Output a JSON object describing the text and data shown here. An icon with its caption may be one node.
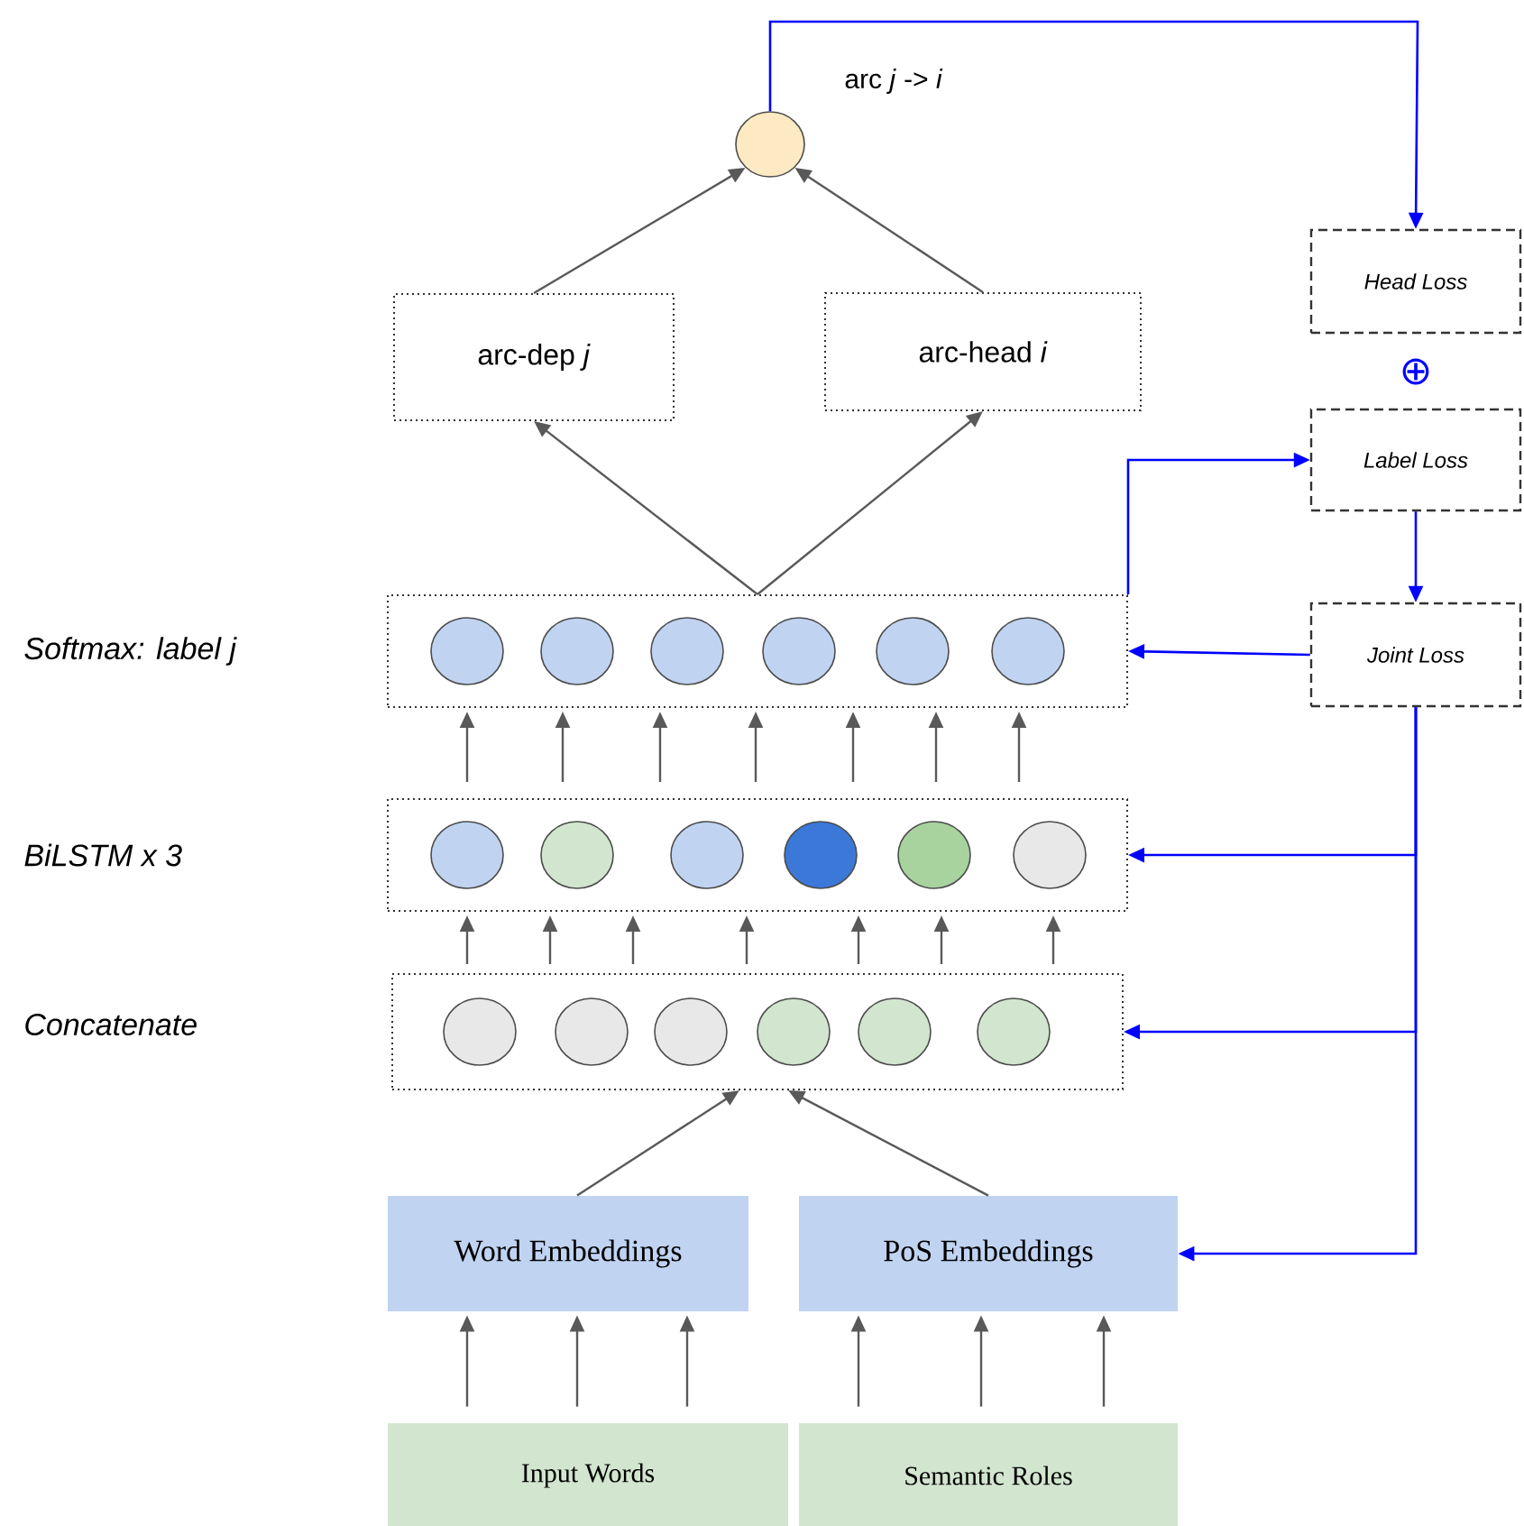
{
  "diagram": {
    "nodes": [
      {
        "text": [],
        "shape": "circle",
        "beside": [
          "arc *j* -> *i*"
        ]
      },
      {
        "text": [
          "arc-dep *j*"
        ]
      },
      {
        "text": [
          "arc-head *i*"
        ]
      },
      {
        "text": [],
        "shape": "box"
      },
      {
        "text": [],
        "shape": "circle",
        "in": 3
      },
      {
        "text": [],
        "shape": "circle",
        "in": 3
      },
      {
        "text": [],
        "shape": "circle",
        "in": 3
      },
      {
        "text": [],
        "shape": "circle",
        "in": 3
      },
      {
        "text": [],
        "shape": "circle",
        "in": 3
      },
      {
        "text": [],
        "shape": "circle",
        "in": 3
      },
      {
        "text": [],
        "shape": "box"
      },
      {
        "text": [],
        "shape": "circle",
        "in": 10
      },
      {
        "text": [],
        "shape": "circle",
        "in": 10
      },
      {
        "text": [],
        "shape": "circle",
        "in": 10
      },
      {
        "text": [],
        "shape": "circle",
        "in": 10
      },
      {
        "text": [],
        "shape": "circle",
        "in": 10
      },
      {
        "text": [],
        "shape": "circle",
        "in": 10
      },
      {
        "text": [],
        "shape": "box"
      },
      {
        "text": [],
        "shape": "circle",
        "in": 17
      },
      {
        "text": [],
        "shape": "circle",
        "in": 17
      },
      {
        "text": [],
        "shape": "circle",
        "in": 17
      },
      {
        "text": [],
        "shape": "circle",
        "in": 17
      },
      {
        "text": [],
        "shape": "circle",
        "in": 17
      },
      {
        "text": [],
        "shape": "circle",
        "in": 17
      },
      {
        "text": [
          "Word Embeddings"
        ]
      },
      {
        "text": [
          "PoS Embeddings"
        ]
      },
      {
        "text": [
          "Input Words"
        ]
      },
      {
        "text": [
          "Semantic Roles"
        ]
      },
      {
        "text": [
          "Head Loss"
        ]
      },
      {
        "text": [
          "Label Loss"
        ]
      },
      {
        "text": [
          "Joint Loss"
        ]
      }
    ],
    "edges": [
      {
        "from": 1,
        "to": 0,
        "arrow": "to"
      },
      {
        "from": 2,
        "to": 0,
        "arrow": "to"
      },
      {
        "from": 3,
        "to": 1,
        "arrow": "to"
      },
      {
        "from": 3,
        "to": 2,
        "arrow": "to"
      },
      {
        "from": 10,
        "to": 3,
        "arrow": "to"
      },
      {
        "from": 10,
        "to": 3,
        "arrow": "to"
      },
      {
        "from": 10,
        "to": 3,
        "arrow": "to"
      },
      {
        "from": 10,
        "to": 3,
        "arrow": "to"
      },
      {
        "from": 10,
        "to": 3,
        "arrow": "to"
      },
      {
        "from": 10,
        "to": 3,
        "arrow": "to"
      },
      {
        "from": 10,
        "to": 3,
        "arrow": "to"
      },
      {
        "from": 17,
        "to": 10,
        "arrow": "to"
      },
      {
        "from": 17,
        "to": 10,
        "arrow": "to"
      },
      {
        "from": 17,
        "to": 10,
        "arrow": "to"
      },
      {
        "from": 17,
        "to": 10,
        "arrow": "to"
      },
      {
        "from": 17,
        "to": 10,
        "arrow": "to"
      },
      {
        "from": 17,
        "to": 10,
        "arrow": "to"
      },
      {
        "from": 17,
        "to": 10,
        "arrow": "to"
      },
      {
        "from": 24,
        "to": 17,
        "arrow": "to"
      },
      {
        "from": 25,
        "to": 17,
        "arrow": "to"
      },
      {
        "from": 26,
        "to": 24,
        "arrow": "to"
      },
      {
        "from": 26,
        "to": 24,
        "arrow": "to"
      },
      {
        "from": 26,
        "to": 24,
        "arrow": "to"
      },
      {
        "from": 27,
        "to": 25,
        "arrow": "to"
      },
      {
        "from": 27,
        "to": 25,
        "arrow": "to"
      },
      {
        "from": 27,
        "to": 25,
        "arrow": "to"
      },
      {
        "from": 0,
        "to": 28,
        "arrow": "to",
        "color": "#0000ff"
      },
      {
        "from": 3,
        "to": 29,
        "arrow": "to",
        "color": "#0000ff"
      },
      {
        "from": 29,
        "to": 30,
        "arrow": "to",
        "color": "#0000ff"
      },
      {
        "from": 30,
        "to": 3,
        "arrow": "to",
        "color": "#0000ff"
      },
      {
        "from": 30,
        "to": 10,
        "arrow": "to",
        "color": "#0000ff"
      },
      {
        "from": 30,
        "to": 17,
        "arrow": "to",
        "color": "#0000ff"
      },
      {
        "from": 30,
        "to": 25,
        "arrow": "to",
        "color": "#0000ff"
      }
    ],
    "labels": [
      "⊕",
      "Softmax: label j",
      "BiLSTM x 3",
      "Concatenate"
    ]
  }
}
